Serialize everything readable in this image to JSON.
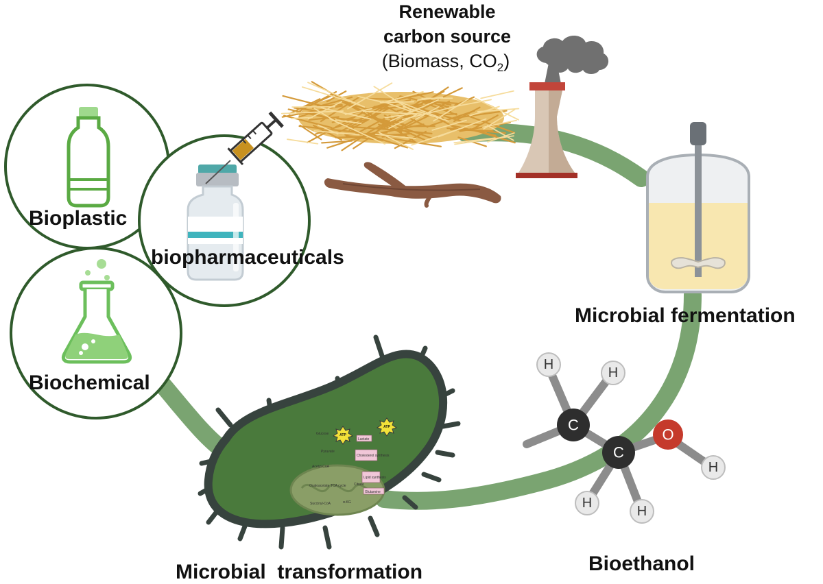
{
  "labels": {
    "source_title_line1": "Renewable",
    "source_title_line2": "carbon source",
    "source_subtitle_open": "(Biomass, CO",
    "source_subtitle_sub": "2",
    "source_subtitle_close": ")",
    "fermentation": "Microbial fermentation",
    "bioethanol": "Bioethanol",
    "transformation": "Microbial  transformation",
    "bioplastic": "Bioplastic",
    "biopharmaceuticals": "biopharmaceuticals",
    "biochemical": "Biochemical"
  },
  "molecule": {
    "carbon": "C",
    "oxygen": "O",
    "hydrogen": "H"
  },
  "pathway": {
    "glucose": "Glucose",
    "pyruvate": "Pyruvate",
    "lactate": "Lactate",
    "atp": "ATP",
    "acetyl_coa": "Acetyl-CoA",
    "cholesterol": "Cholesterol synthesis",
    "tca": "TCA cycle",
    "oxaloacetate": "Oxaloacetate",
    "citrate": "Citrate",
    "lipid": "Lipid synthesis",
    "succinyl": "Succinyl-CoA",
    "akg": "α-KG",
    "glutamine": "Glutamine"
  },
  "colors": {
    "cycle_band": "#7aa471",
    "circle_outline": "#2f5a2b",
    "cell_body": "#4a7a3c",
    "cell_border": "#37433e",
    "bottle": "#5aaa43",
    "flask": "#6cbf5c",
    "broth": "#f8e7b0",
    "oxygen_atom": "#c53a2c",
    "carbon_atom": "#2e2e2e"
  }
}
